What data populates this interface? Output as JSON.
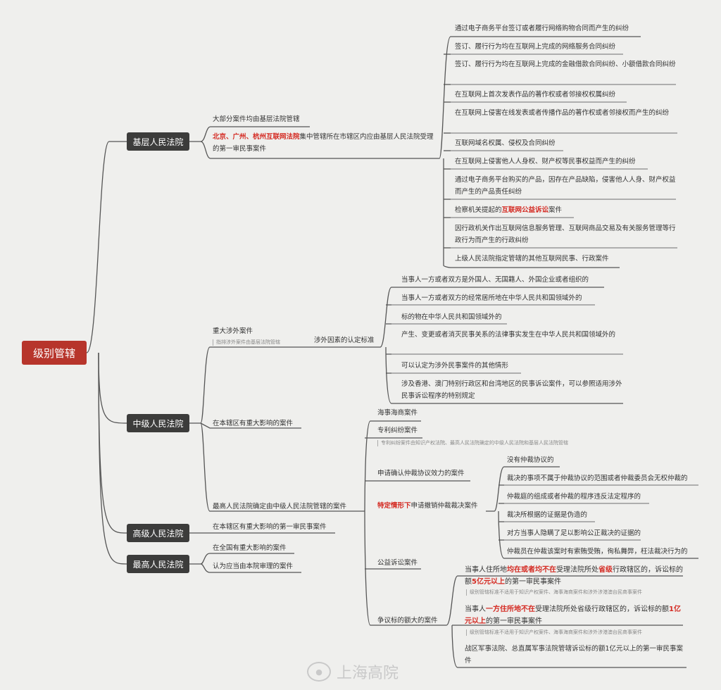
{
  "root": "级别管辖",
  "courts": {
    "basic": "基层人民法院",
    "intermediate": "中级人民法院",
    "high": "高级人民法院",
    "supreme": "最高人民法院"
  },
  "basic": {
    "item1": "大部分案件均由基层法院管辖",
    "item2_hl": "北京、广州、杭州互联网法院",
    "item2_rest": "集中管辖所在市辖区内应由基层人民法院受理的第一审民事案件",
    "internet": [
      "通过电子商务平台签订或者履行网络购物合同而产生的纠纷",
      "签订、履行行为均在互联网上完成的网络服务合同纠纷",
      "签订、履行行为均在互联网上完成的金融借款合同纠纷、小额借款合同纠纷",
      "在互联网上首次发表作品的著作权或者邻接权权属纠纷",
      "在互联网上侵害在线发表或者传播作品的著作权或者邻接权而产生的纠纷",
      "互联网域名权属、侵权及合同纠纷",
      "在互联网上侵害他人人身权、财产权等民事权益而产生的纠纷",
      "通过电子商务平台购买的产品，因存在产品缺陷，侵害他人人身、财产权益而产生的产品责任纠纷",
      "因行政机关作出互联网信息服务管理、互联网商品交易及有关服务管理等行政行为而产生的行政纠纷",
      "上级人民法院指定管辖的其他互联网民事、行政案件"
    ],
    "item9_pre": "检察机关提起的",
    "item9_hl": "互联网公益诉讼",
    "item9_post": "案件"
  },
  "intermediate": {
    "foreign": "重大涉外案件",
    "foreign_note": "指排涉外案件由基层法院管辖",
    "criteria": "涉外因素的认定标准",
    "criteria_items": [
      "当事人一方或者双方是外国人、无国籍人、外国企业或者组织的",
      "当事人一方或者双方的经常居所地在中华人民共和国领域外的",
      "标的物在中华人民共和国领域外的",
      "产生、变更或者消灭民事关系的法律事实发生在中华人民共和国领域外的",
      "可以认定为涉外民事案件的其他情形",
      "涉及香港、澳门特别行政区和台湾地区的民事诉讼案件，可以参照适用涉外民事诉讼程序的特别规定"
    ],
    "major_local": "在本辖区有重大影响的案件",
    "designated": "最高人民法院确定由中级人民法院管辖的案件",
    "designated_items": {
      "maritime": "海事海商案件",
      "patent": "专利纠纷案件",
      "patent_note": "专利纠纷案件由知识产权法院、最高人民法院确定的中级人民法院和基层人民法院管辖",
      "confirm": "申请确认仲裁协议效力的案件",
      "revoke_hl": "特定情形下",
      "revoke_rest": "申请撤销仲裁裁决案件",
      "revoke_items": [
        "没有仲裁协议的",
        "裁决的事项不属于仲裁协议的范围或者仲裁委员会无权仲裁的",
        "仲裁庭的组成或者仲裁的程序违反法定程序的",
        "裁决所根据的证据是伪造的",
        "对方当事人隐瞒了足以影响公正裁决的证据的",
        "仲裁员在仲裁该案时有索贿受贿，徇私舞弊，枉法裁决行为的"
      ],
      "public": "公益诉讼案件",
      "amount": "争议标的额大的案件",
      "amount_items": {
        "a_pre": "当事人住所地",
        "a_hl1": "均在或者均不在",
        "a_mid": "受理法院所处",
        "a_hl2": "省级",
        "a_mid2": "行政辖区的，诉讼标的额",
        "a_hl3": "5亿元以上",
        "a_post": "的第一审民事案件",
        "a_note": "级别管辖标准不适用于知识产权案件、海事海商案件和涉外涉港澳台民商事案件",
        "b_pre": "当事人",
        "b_hl1": "一方住所地不在",
        "b_mid": "受理法院所处省级行政辖区的，诉讼标的额",
        "b_hl2": "1亿元以上",
        "b_post": "的第一审民事案件",
        "b_note": "级别管辖标准不适用于知识产权案件、海事海商案件和涉外涉港澳台民商事案件",
        "c": "战区军事法院、总直属军事法院管辖诉讼标的额1亿元以上的第一审民事案件"
      }
    }
  },
  "high": {
    "item": "在本辖区有重大影响的第一审民事案件"
  },
  "supreme": {
    "item1": "在全国有重大影响的案件",
    "item2": "认为应当由本院审理的案件"
  },
  "watermark": "上海高院",
  "watermark_icon": "weibo-icon"
}
